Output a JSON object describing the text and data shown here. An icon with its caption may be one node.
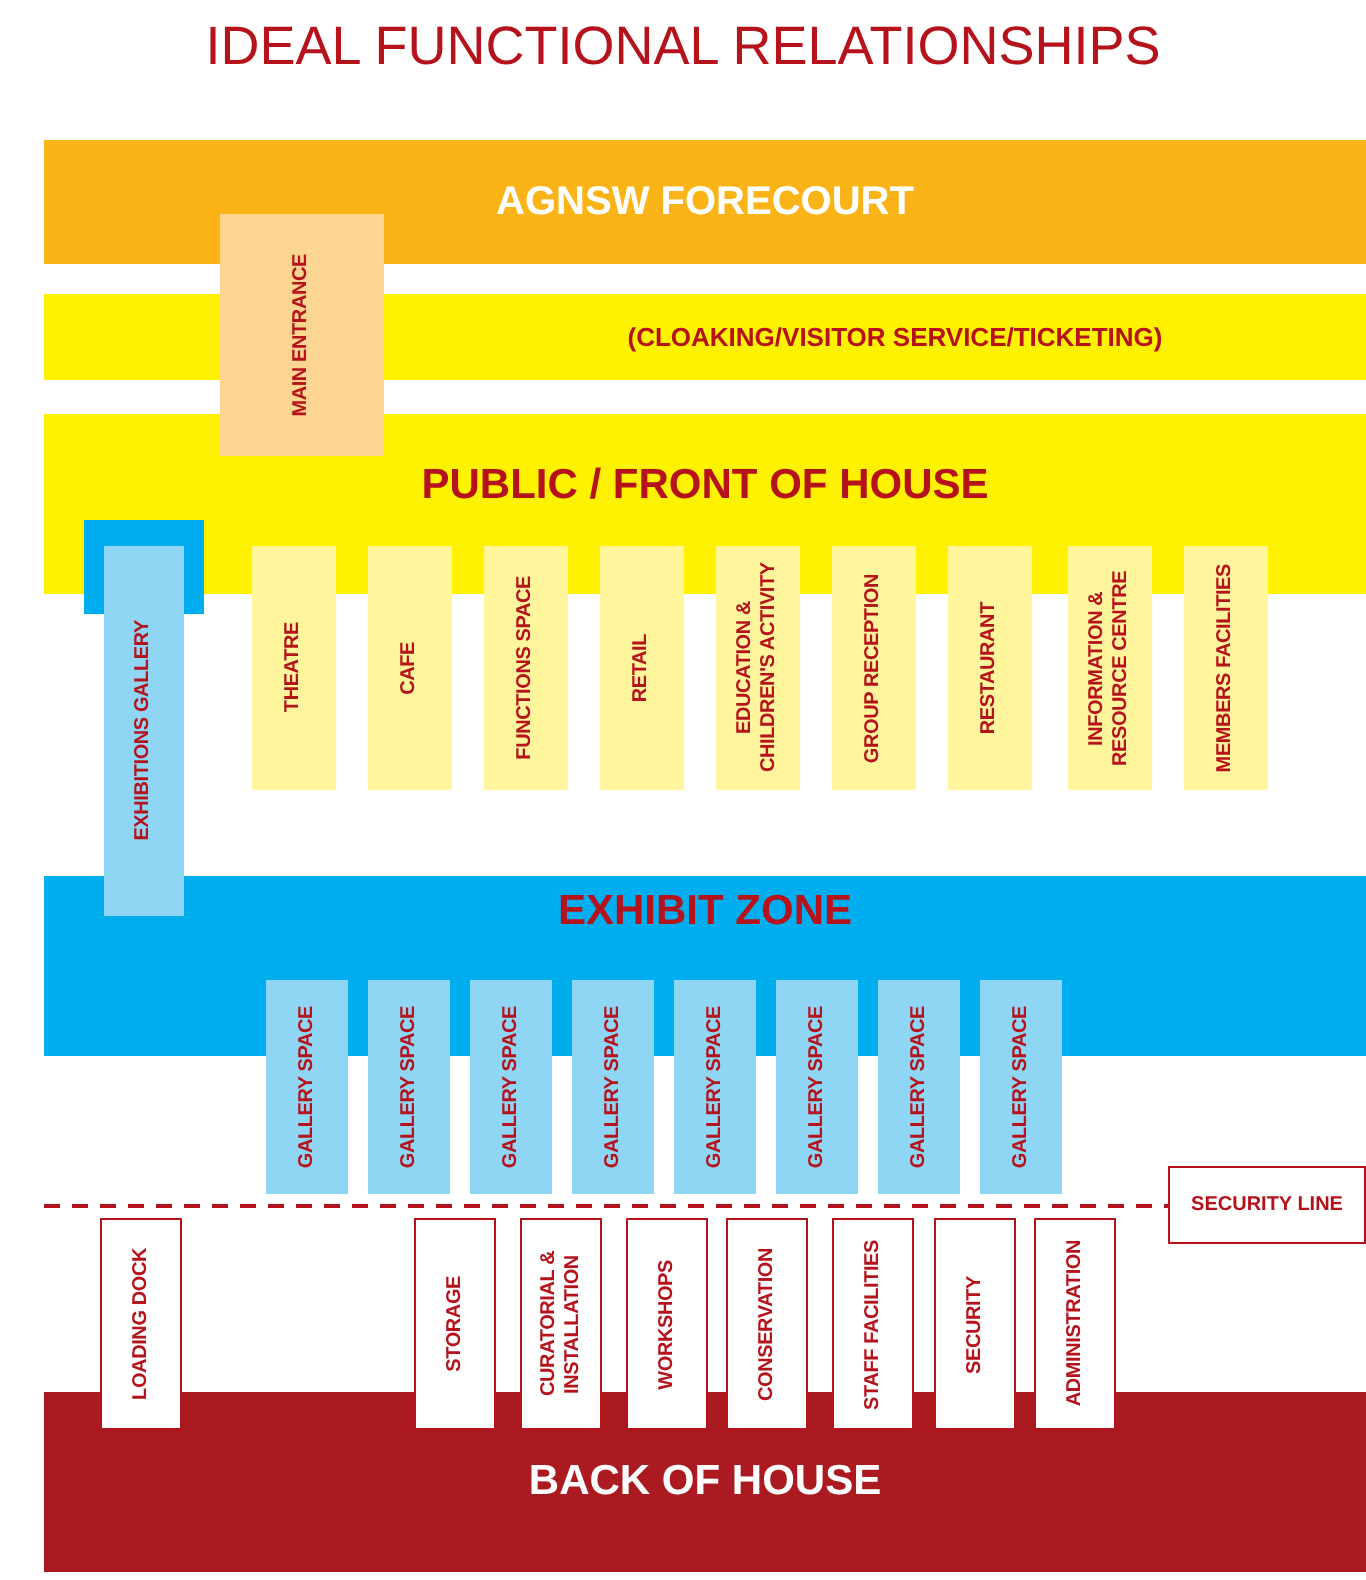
{
  "diagram": {
    "title": "IDEAL FUNCTIONAL RELATIONSHIPS",
    "nodes": [
      {
        "text": [
          "AGNSW FORECOURT"
        ]
      },
      {
        "text": [
          "(CLOAKING/VISITOR SERVICE/TICKETING)"
        ]
      },
      {
        "text": [
          "MAIN ENTRANCE"
        ]
      },
      {
        "text": [
          "PUBLIC / FRONT OF HOUSE"
        ]
      },
      {
        "text": [
          "EXHIBITIONS GALLERY"
        ]
      },
      {
        "text": [
          "THEATRE"
        ]
      },
      {
        "text": [
          "CAFE"
        ]
      },
      {
        "text": [
          "FUNCTIONS SPACE"
        ]
      },
      {
        "text": [
          "RETAIL"
        ]
      },
      {
        "text": [
          "EDUCATION & CHILDREN'S ACTIVITY"
        ]
      },
      {
        "text": [
          "GROUP RECEPTION"
        ]
      },
      {
        "text": [
          "RESTAURANT"
        ]
      },
      {
        "text": [
          "INFORMATION & RESOURCE CENTRE"
        ]
      },
      {
        "text": [
          "MEMBERS FACILITIES"
        ]
      },
      {
        "text": [
          "EXHIBIT ZONE"
        ]
      },
      {
        "text": [
          "GALLERY SPACE"
        ]
      },
      {
        "text": [
          "GALLERY SPACE"
        ]
      },
      {
        "text": [
          "GALLERY SPACE"
        ]
      },
      {
        "text": [
          "GALLERY SPACE"
        ]
      },
      {
        "text": [
          "GALLERY SPACE"
        ]
      },
      {
        "text": [
          "GALLERY SPACE"
        ]
      },
      {
        "text": [
          "GALLERY SPACE"
        ]
      },
      {
        "text": [
          "GALLERY SPACE"
        ]
      },
      {
        "text": [
          "SECURITY LINE"
        ]
      },
      {
        "text": [
          "LOADING DOCK"
        ]
      },
      {
        "text": [
          "STORAGE"
        ]
      },
      {
        "text": [
          "CURATORIAL & INSTALLATION"
        ]
      },
      {
        "text": [
          "WORKSHOPS"
        ]
      },
      {
        "text": [
          "CONSERVATION"
        ]
      },
      {
        "text": [
          "STAFF FACILITIES"
        ]
      },
      {
        "text": [
          "SECURITY"
        ]
      },
      {
        "text": [
          "ADMINISTRATION"
        ]
      },
      {
        "text": [
          "BACK OF HOUSE"
        ]
      }
    ]
  }
}
